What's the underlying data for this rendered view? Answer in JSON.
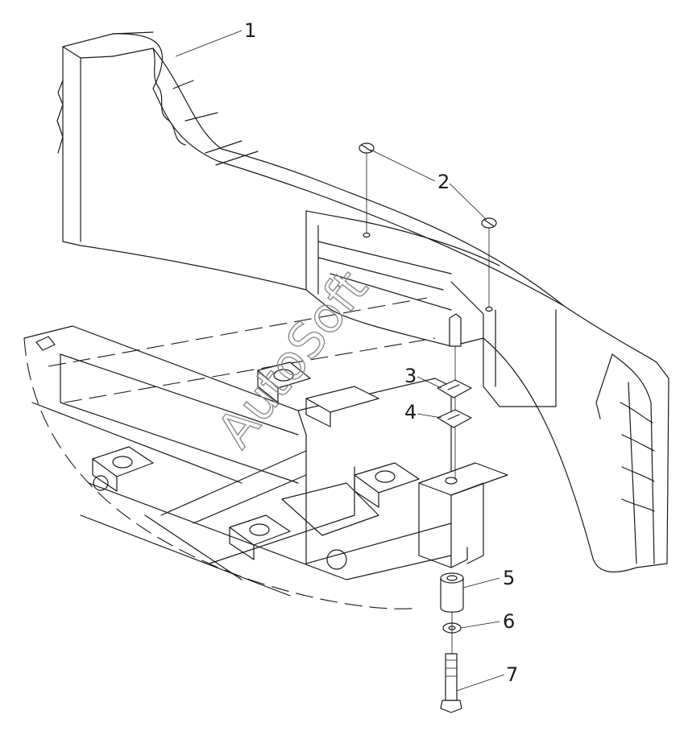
{
  "diagram": {
    "callouts": [
      {
        "id": "callout-1",
        "text": "1"
      },
      {
        "id": "callout-2",
        "text": "2"
      },
      {
        "id": "callout-3",
        "text": "3"
      },
      {
        "id": "callout-4",
        "text": "4"
      },
      {
        "id": "callout-5",
        "text": "5"
      },
      {
        "id": "callout-6",
        "text": "6"
      },
      {
        "id": "callout-7",
        "text": "7"
      }
    ],
    "watermark": "AutoSoft"
  }
}
